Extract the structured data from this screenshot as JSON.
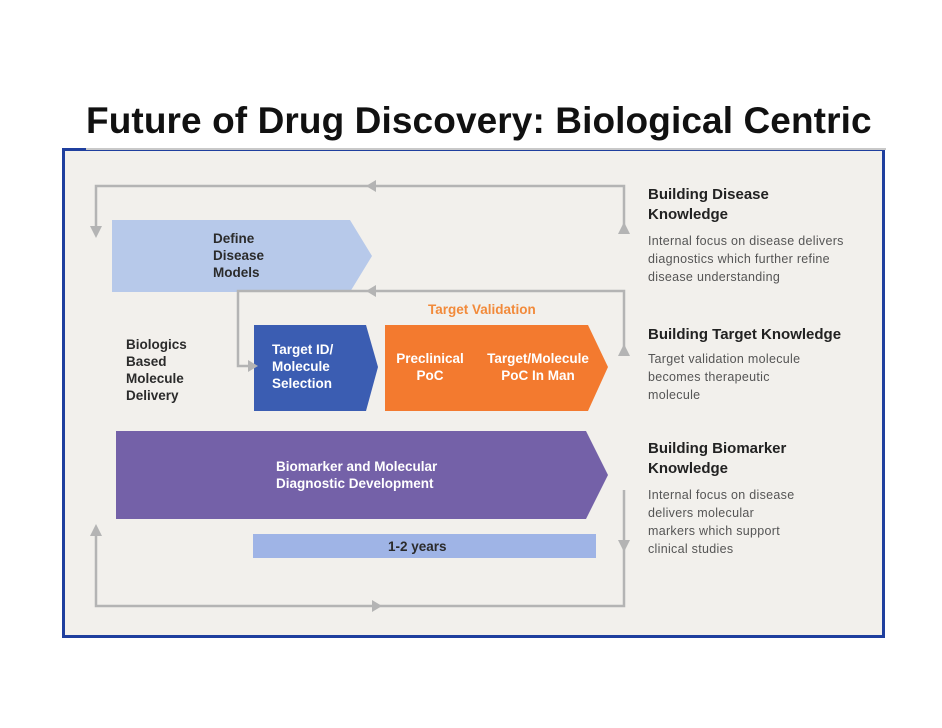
{
  "title": "Future of Drug Discovery: Biological Centric",
  "diagram": {
    "define_models": "Define\nDisease\nModels",
    "biologics": "Biologics\nBased\nMolecule\nDelivery",
    "target_id": "Target ID/\nMolecule\nSelection",
    "target_validation": "Target Validation",
    "preclinical": "Preclinical\nPoC",
    "target_molecule": "Target/Molecule\nPoC In Man",
    "biomarker": "Biomarker and Molecular\nDiagnostic Development",
    "years": "1-2 years"
  },
  "knowledge": [
    {
      "heading": "Building Disease\nKnowledge",
      "text": "Internal focus on disease delivers\ndiagnostics which further refine\ndisease understanding"
    },
    {
      "heading": "Building Target Knowledge",
      "text": "Target validation molecule\nbecomes therapeutic\nmolecule"
    },
    {
      "heading": "Building Biomarker\nKnowledge",
      "text": "Internal focus on disease\ndelivers molecular\nmarkers which support\nclinical studies"
    }
  ],
  "colors": {
    "frame_border": "#1f3f9e",
    "disease_box": "#b7c9ea",
    "target_box": "#3b5db2",
    "validation_box": "#f37a2f",
    "biomarker_box": "#7461a8",
    "years_bar": "#9fb4e6",
    "loop_lines": "#b4b4b4"
  }
}
